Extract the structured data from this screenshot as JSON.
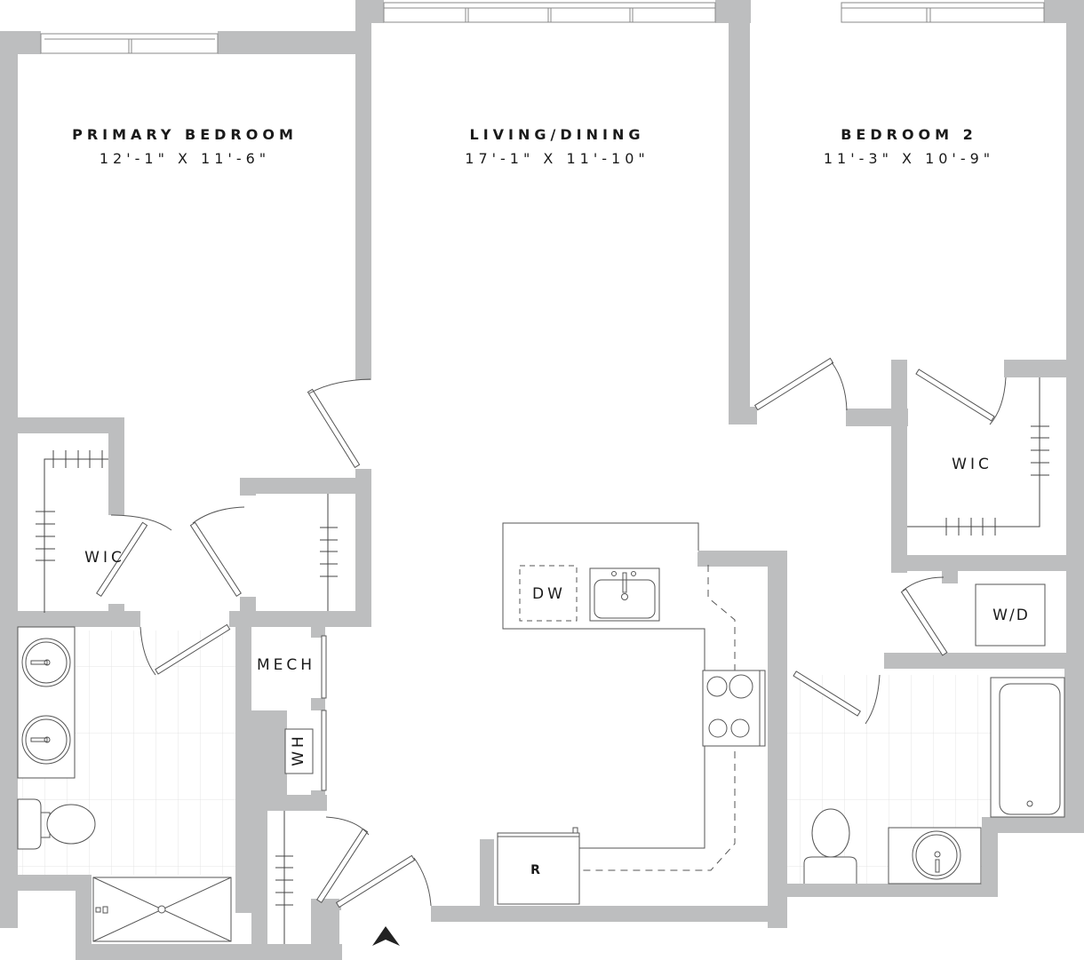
{
  "floorplan": {
    "colors": {
      "wall": "#bdbebf",
      "background": "#ffffff",
      "line": "#555555",
      "text": "#1a1a1a",
      "tile": "#e6e6e6"
    },
    "rooms": [
      {
        "id": "primary_bedroom",
        "name": "PRIMARY BEDROOM",
        "dimensions": "12'-1\" X 11'-6\""
      },
      {
        "id": "living_dining",
        "name": "LIVING/DINING",
        "dimensions": "17'-1\" X 11'-10\""
      },
      {
        "id": "bedroom_2",
        "name": "BEDROOM 2",
        "dimensions": "11'-3\" X 10'-9\""
      }
    ],
    "labels": {
      "wic_primary": "WIC",
      "wic_bedroom2": "WIC",
      "mech": "MECH",
      "wh": "WH",
      "dw": "DW",
      "wd": "W/D",
      "refrigerator": "R"
    },
    "entry_icon": "entry-arrow-icon"
  }
}
